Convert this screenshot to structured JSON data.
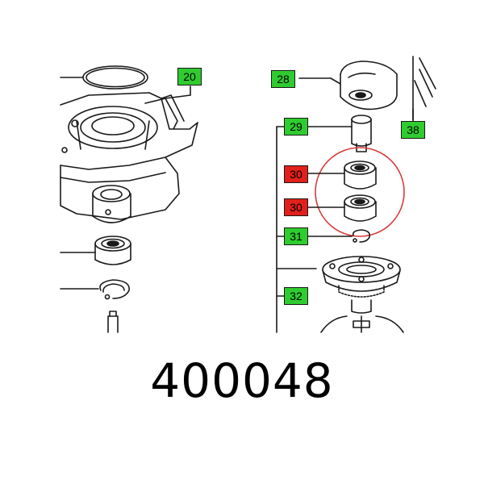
{
  "colors": {
    "green": "#2ecc2e",
    "red": "#e0201a",
    "line": "#1a1a1a",
    "highlight_ring": "#d83a3a"
  },
  "callouts": [
    {
      "label": "20",
      "color": "green"
    },
    {
      "label": "28",
      "color": "green"
    },
    {
      "label": "29",
      "color": "green"
    },
    {
      "label": "38",
      "color": "green"
    },
    {
      "label": "30",
      "color": "red"
    },
    {
      "label": "30",
      "color": "red"
    },
    {
      "label": "31",
      "color": "green"
    },
    {
      "label": "32",
      "color": "green"
    }
  ],
  "part_number": "400048"
}
